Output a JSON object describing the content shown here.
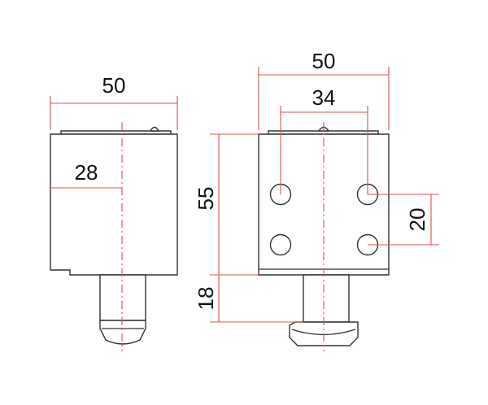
{
  "drawing": {
    "left_view": {
      "width_label": "50",
      "offset_label": "28"
    },
    "right_view": {
      "width_label": "50",
      "hole_spacing_label": "34",
      "height_label": "55",
      "stem_label": "18",
      "hole_vertical_label": "20"
    }
  },
  "colors": {
    "outline": "#333333",
    "dimension": "#d9534f",
    "text": "#111111"
  }
}
